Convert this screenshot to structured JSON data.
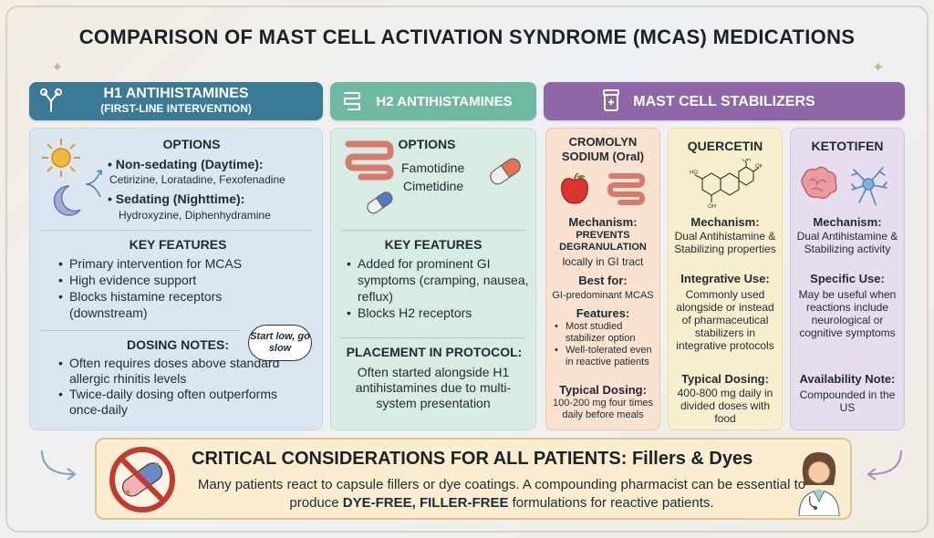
{
  "title": "COMPARISON OF MAST CELL ACTIVATION SYNDROME (MCAS) MEDICATIONS",
  "h1": {
    "header_title": "H1 ANTIHISTAMINES",
    "header_subtitle": "(FIRST-LINE INTERVENTION)",
    "options_title": "OPTIONS",
    "nonsedating_label": "Non-sedating (Daytime):",
    "nonsedating_drugs": "Cetirizine, Loratadine, Fexofenadine",
    "sedating_label": "Sedating (Nighttime):",
    "sedating_drugs": "Hydroxyzine, Diphenhydramine",
    "features_title": "KEY FEATURES",
    "features": [
      "Primary intervention for MCAS",
      "High evidence support",
      "Blocks histamine receptors (downstream)"
    ],
    "dosing_title": "DOSING NOTES:",
    "dosing": [
      "Often requires doses above standard allergic rhinitis levels",
      "Twice-daily dosing often outperforms once-daily"
    ],
    "bubble": "Start low, go slow"
  },
  "h2": {
    "header_title": "H2 ANTIHISTAMINES",
    "options_title": "OPTIONS",
    "drug1": "Famotidine",
    "drug2": "Cimetidine",
    "features_title": "KEY FEATURES",
    "features": [
      "Added for prominent GI symptoms (cramping, nausea, reflux)",
      "Blocks H2 receptors"
    ],
    "placement_title": "PLACEMENT IN PROTOCOL:",
    "placement_text": "Often started alongside H1 antihistamines due to multi-system presentation"
  },
  "mc": {
    "header_title": "MAST CELL STABILIZERS",
    "cromolyn": {
      "name": "CROMOLYN SODIUM (Oral)",
      "mechanism_label": "Mechanism:",
      "mechanism_bold": "PREVENTS DEGRANULATION",
      "mechanism_text": "locally in GI tract",
      "bestfor_label": "Best for:",
      "bestfor_text": "GI-predominant MCAS",
      "features_label": "Features:",
      "features": [
        "Most studied stabilizer option",
        "Well-tolerated even in reactive patients"
      ],
      "dosing_label": "Typical Dosing:",
      "dosing_text": "100-200 mg four times daily before meals"
    },
    "quercetin": {
      "name": "QUERCETIN",
      "mechanism_label": "Mechanism:",
      "mechanism_text": "Dual Antihistamine & Stabilizing properties",
      "use_label": "Integrative Use:",
      "use_text": "Commonly used alongside or instead of pharmaceutical stabilizers in integrative protocols",
      "dosing_label": "Typical Dosing:",
      "dosing_text": "400-800 mg daily in divided doses with food"
    },
    "ketotifen": {
      "name": "KETOTIFEN",
      "mechanism_label": "Mechanism:",
      "mechanism_text": "Dual Antihistamine & Stabilizing activity",
      "use_label": "Specific Use:",
      "use_text": "May be useful when reactions include neurological or cognitive symptoms",
      "availability_label": "Availability Note:",
      "availability_text": "Compounded in the US"
    }
  },
  "footer": {
    "title": "CRITICAL CONSIDERATIONS FOR ALL PATIENTS: Fillers & Dyes",
    "body_1": "Many patients react to capsule fillers or dye coatings. A compounding pharmacist can be essential to produce ",
    "body_bold": "DYE-FREE, FILLER-FREE",
    "body_2": " formulations for reactive patients."
  },
  "colors": {
    "h1": "#3b7a96",
    "h2": "#6fb9a3",
    "mc": "#8f66a8",
    "footer": "#fbeed0"
  }
}
